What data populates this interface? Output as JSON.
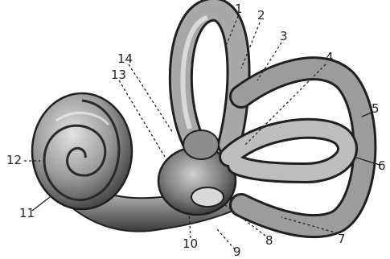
{
  "labels": [
    "1",
    "2",
    "3",
    "4",
    "5",
    "6",
    "7",
    "8",
    "9",
    "10",
    "11",
    "12",
    "13",
    "14"
  ],
  "colors": {
    "ink": "#1f1f1f",
    "fill_light": "#c8c8c8",
    "fill_mid": "#8d8d8d",
    "fill_dark": "#4a4a4a"
  }
}
